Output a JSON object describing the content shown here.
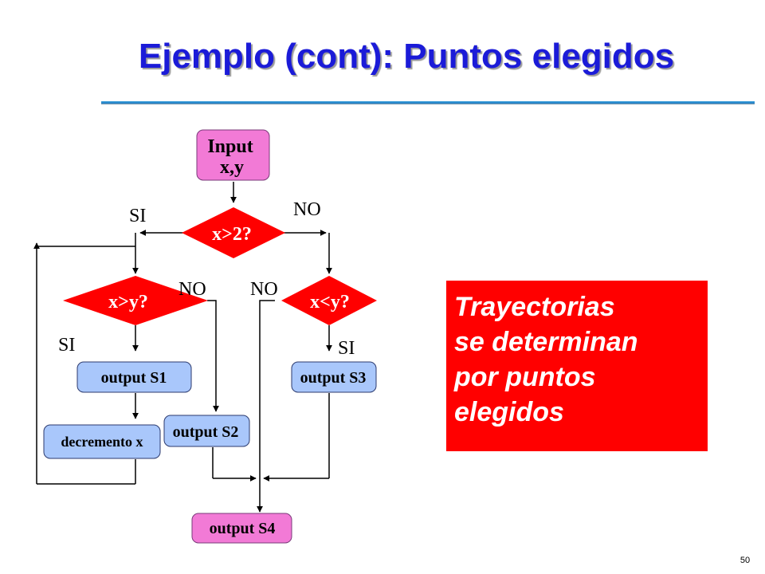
{
  "title": "Ejemplo (cont): Puntos elegidos",
  "colors": {
    "title": "#1b1bd8",
    "rule": "#1f7fc6",
    "input_output_fill": "#f27ad6",
    "output_fill": "#a9c7fb",
    "decision_fill": "#ff0000",
    "callout_fill": "#ff0000"
  },
  "flowchart": {
    "input": {
      "line1": "Input",
      "line2": "x,y"
    },
    "decision_x_gt_2": "x>2?",
    "decision_x_gt_y": "x>y?",
    "decision_x_lt_y": "x<y?",
    "output_s1": "output S1",
    "output_s2": "output S2",
    "output_s3": "output S3",
    "output_s4": "output S4",
    "decrement_x": "decremento x",
    "labels": {
      "si_top": "SI",
      "no_top": "NO",
      "no_left": "NO",
      "no_right": "NO",
      "si_left": "SI",
      "si_right": "SI"
    }
  },
  "callout": {
    "lines": [
      "Trayectorias",
      "se determinan",
      "por puntos",
      "elegidos"
    ]
  },
  "page_number": "50"
}
